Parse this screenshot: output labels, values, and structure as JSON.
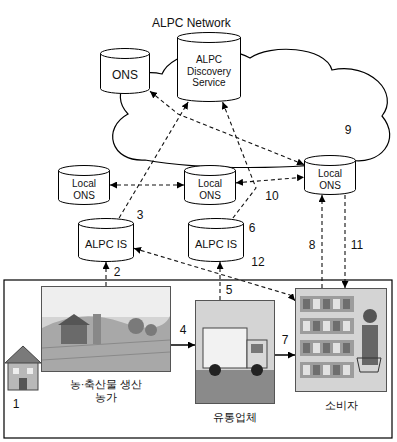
{
  "diagram": {
    "nodes": [
      {
        "text": [
          "ALPC Network"
        ]
      },
      {
        "text": [
          "ONS"
        ],
        "in": 0
      },
      {
        "text": [
          "ALPC Discovery Service"
        ],
        "in": 0
      },
      {
        "text": [
          "Local ONS"
        ]
      },
      {
        "text": [
          "Local ONS"
        ]
      },
      {
        "text": [
          "Local ONS"
        ]
      },
      {
        "text": [
          "ALPC IS"
        ]
      },
      {
        "text": [
          "ALPC IS"
        ]
      },
      {
        "text": [
          "농·축산물 생산 농가"
        ]
      },
      {
        "text": [
          "유통업체"
        ]
      },
      {
        "text": [
          "소비자"
        ]
      }
    ],
    "edges": [
      {
        "from": 8,
        "to": 6,
        "arrow": "to"
      },
      {
        "from": 6,
        "to": 2,
        "arrow": "to"
      },
      {
        "from": 8,
        "to": 9,
        "arrow": "to"
      },
      {
        "from": 9,
        "to": 7,
        "arrow": "to"
      },
      {
        "from": 7,
        "to": 2,
        "arrow": "to"
      },
      {
        "from": 9,
        "to": 10,
        "arrow": "to"
      },
      {
        "from": 10,
        "to": 5,
        "arrow": "to"
      },
      {
        "from": 1,
        "to": 5,
        "arrow": "both"
      },
      {
        "from": 3,
        "to": 4,
        "arrow": "both"
      },
      {
        "from": 4,
        "to": 5,
        "arrow": "both"
      },
      {
        "from": 5,
        "to": 10,
        "arrow": "to"
      },
      {
        "from": 6,
        "to": 10,
        "arrow": "both"
      }
    ],
    "labels": [
      "1",
      "2",
      "3",
      "4",
      "5",
      "6",
      "7",
      "8",
      "9",
      "10",
      "11",
      "12"
    ]
  }
}
